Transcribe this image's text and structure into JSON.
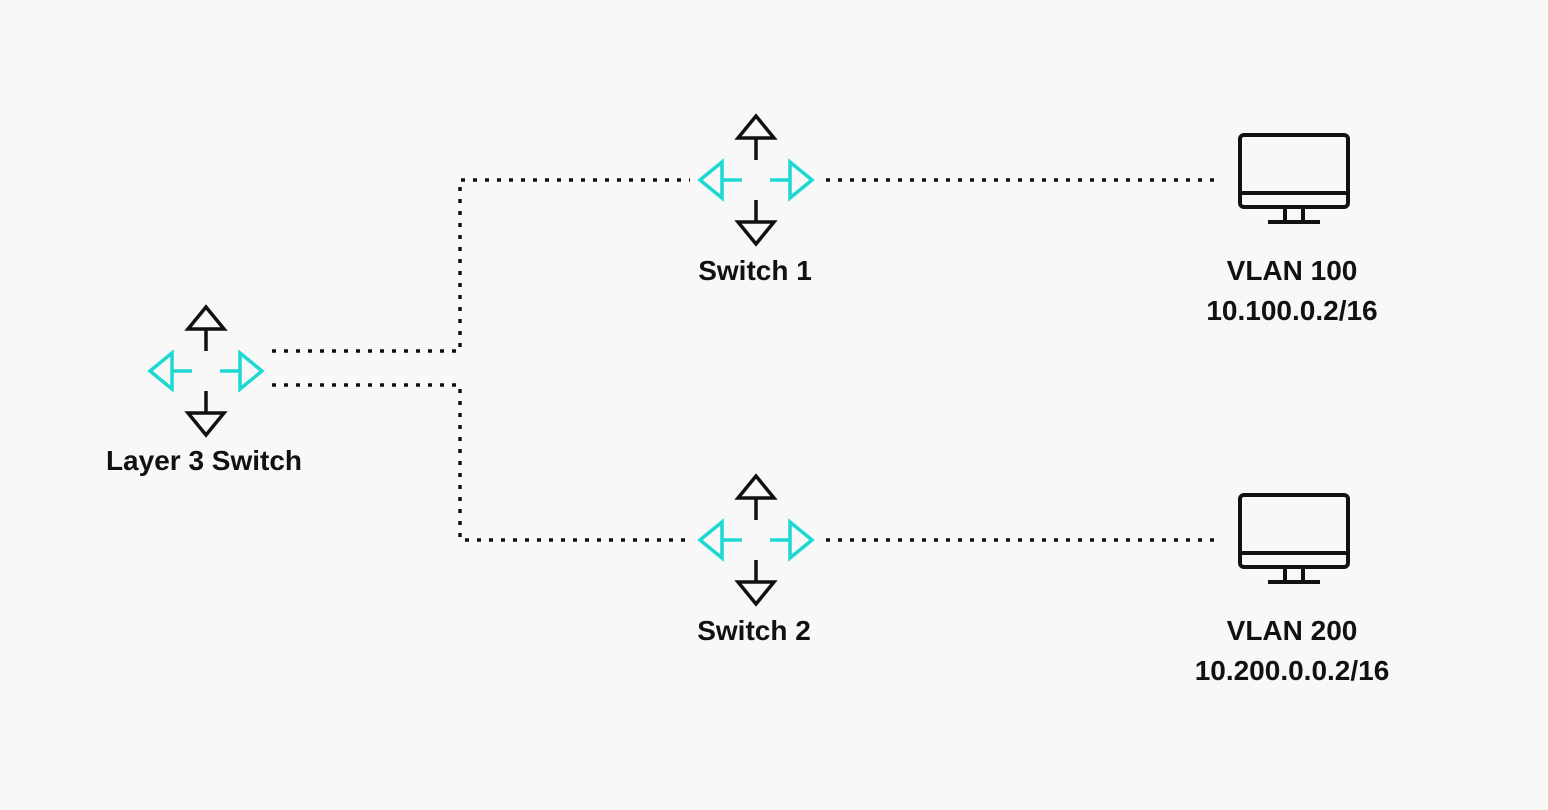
{
  "colors": {
    "background": "#f8f8f8",
    "ink": "#111111",
    "accent": "#1ed8d4"
  },
  "nodes": {
    "layer3_switch": {
      "label": "Layer 3 Switch",
      "icon": "switch-icon"
    },
    "switch_1": {
      "label": "Switch 1",
      "icon": "switch-icon"
    },
    "switch_2": {
      "label": "Switch 2",
      "icon": "switch-icon"
    },
    "host_vlan100": {
      "vlan": "VLAN 100",
      "ip": "10.100.0.2/16",
      "icon": "monitor-icon"
    },
    "host_vlan200": {
      "vlan": "VLAN 200",
      "ip": "10.200.0.0.2/16",
      "icon": "monitor-icon"
    }
  },
  "links": [
    {
      "from": "layer3_switch",
      "to": "switch_1",
      "style": "dotted"
    },
    {
      "from": "layer3_switch",
      "to": "switch_2",
      "style": "dotted"
    },
    {
      "from": "switch_1",
      "to": "host_vlan100",
      "style": "dotted"
    },
    {
      "from": "switch_2",
      "to": "host_vlan200",
      "style": "dotted"
    }
  ]
}
